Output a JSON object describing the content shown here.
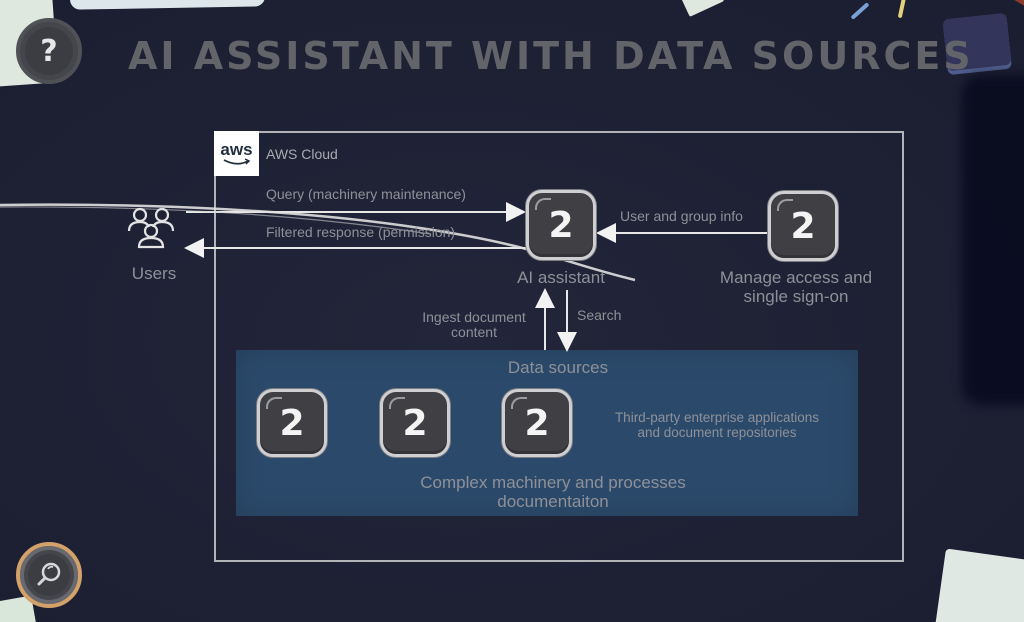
{
  "title": "AI Assistant with Data Sources",
  "buttons": {
    "help_icon_glyph": "?",
    "zoom_icon_name": "magnifier-icon"
  },
  "diagram": {
    "cloud_label": "AWS Cloud",
    "aws_logo_text": "aws",
    "users_label": "Users",
    "ai_assistant_label": "AI assistant",
    "ai_assistant_tile": "2",
    "identity_label_line1": "Manage access and",
    "identity_label_line2": "single sign-on",
    "identity_tile": "2",
    "arrows": {
      "query": "Query (machinery maintenance)",
      "filtered_response": "Filtered response (permission)",
      "user_group_info": "User and group info",
      "ingest_line1": "Ingest document",
      "ingest_line2": "content",
      "search": "Search"
    },
    "data_sources": {
      "title": "Data sources",
      "tiles": [
        "2",
        "2",
        "2"
      ],
      "third_party_line1": "Third-party enterprise applications",
      "third_party_line2": "and document repositories",
      "complex_line1": "Complex machinery and processes",
      "complex_line2": "documentaiton"
    }
  }
}
